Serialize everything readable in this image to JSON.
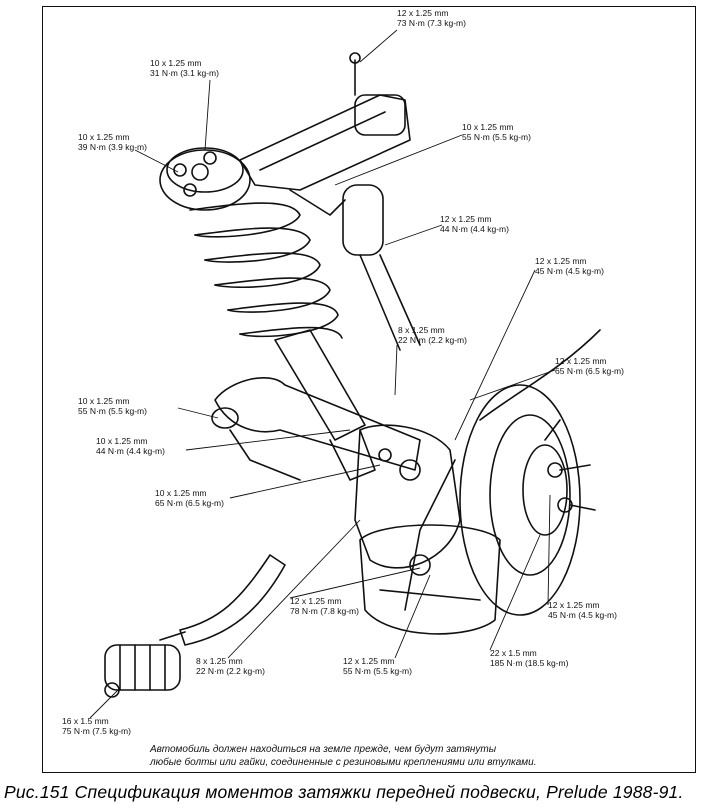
{
  "callouts": [
    {
      "size": "12 x 1.25 mm",
      "torque": "73 N·m (7.3 kg-m)"
    },
    {
      "size": "10 x 1.25 mm",
      "torque": "31 N·m (3.1 kg-m)"
    },
    {
      "size": "10 x 1.25 mm",
      "torque": "39 N·m (3.9 kg-m)"
    },
    {
      "size": "10 x 1.25 mm",
      "torque": "55 N·m (5.5 kg-m)"
    },
    {
      "size": "12 x 1.25 mm",
      "torque": "44 N·m (4.4 kg-m)"
    },
    {
      "size": "12 x 1.25 mm",
      "torque": "45 N·m (4.5 kg-m)"
    },
    {
      "size": "8 x 1.25 mm",
      "torque": "22 N·m (2.2 kg-m)"
    },
    {
      "size": "12 x 1.25 mm",
      "torque": "65 N·m (6.5 kg-m)"
    },
    {
      "size": "10 x 1.25 mm",
      "torque": "55 N·m (5.5 kg-m)"
    },
    {
      "size": "10 x 1.25 mm",
      "torque": "44 N·m (4.4 kg-m)"
    },
    {
      "size": "10 x 1.25 mm",
      "torque": "65 N·m (6.5 kg-m)"
    },
    {
      "size": "12 x 1.25 mm",
      "torque": "45 N·m (4.5 kg-m)"
    },
    {
      "size": "12 x 1.25 mm",
      "torque": "78 N·m (7.8 kg-m)"
    },
    {
      "size": "22 x 1.5 mm",
      "torque": "185 N·m (18.5 kg-m)"
    },
    {
      "size": "8 x 1.25 mm",
      "torque": "22 N·m (2.2 kg-m)"
    },
    {
      "size": "12 x 1.25 mm",
      "torque": "55 N·m (5.5 kg-m)"
    },
    {
      "size": "16 x 1.5 mm",
      "torque": "75 N·m (7.5 kg-m)"
    }
  ],
  "note": {
    "line1": "Автомобиль должен находиться на земле прежде, чем будут затянуты",
    "line2": "любые болты или гайки, соединенные с резиновыми креплениями или втулками."
  },
  "caption": "Рис.151  Спецификация моментов затяжки передней подвески, Prelude 1988-91."
}
